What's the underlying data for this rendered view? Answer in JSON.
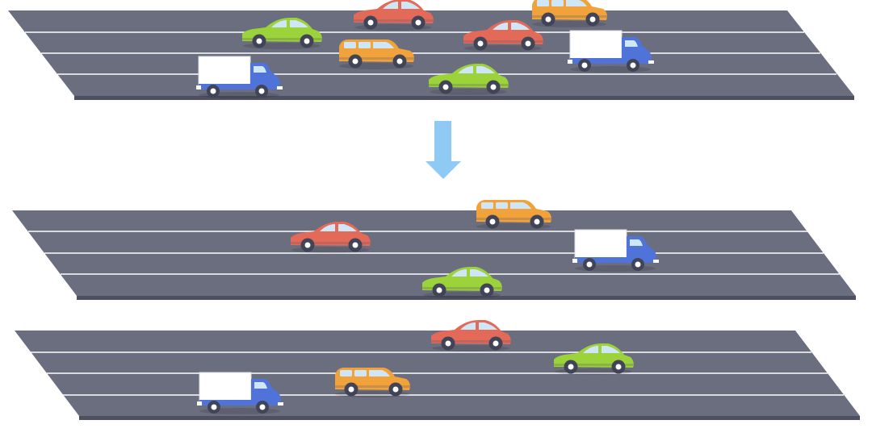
{
  "colors": {
    "road": "#6b6e7f",
    "road_edge": "#4d5061",
    "lane_line": "#ffffff",
    "arrow": "#8fcaf4",
    "red_car": "#e36a58",
    "green_car": "#9cd23a",
    "orange_car": "#f2a23a",
    "truck_cab": "#4f73d9",
    "truck_box": "#ffffff",
    "window": "#cfe6f7",
    "tire": "#404456",
    "hub": "#ffffff",
    "shadow": "#55586a"
  },
  "scenes": [
    {
      "name": "highway-before",
      "vehicles": [
        {
          "type": "sedan",
          "color": "green"
        },
        {
          "type": "sedan",
          "color": "red"
        },
        {
          "type": "wagon",
          "color": "orange"
        },
        {
          "type": "sedan",
          "color": "red"
        },
        {
          "type": "wagon",
          "color": "orange"
        },
        {
          "type": "truck",
          "color": "blue"
        },
        {
          "type": "truck",
          "color": "blue"
        },
        {
          "type": "sedan",
          "color": "green"
        }
      ]
    },
    {
      "name": "highway-after-1",
      "vehicles": [
        {
          "type": "wagon",
          "color": "orange"
        },
        {
          "type": "sedan",
          "color": "red"
        },
        {
          "type": "truck",
          "color": "blue"
        },
        {
          "type": "sedan",
          "color": "green"
        }
      ]
    },
    {
      "name": "highway-after-2",
      "vehicles": [
        {
          "type": "sedan",
          "color": "red"
        },
        {
          "type": "sedan",
          "color": "green"
        },
        {
          "type": "wagon",
          "color": "orange"
        },
        {
          "type": "truck",
          "color": "blue"
        }
      ]
    }
  ],
  "arrow": {
    "direction": "down",
    "icon": "arrow-down-icon"
  }
}
